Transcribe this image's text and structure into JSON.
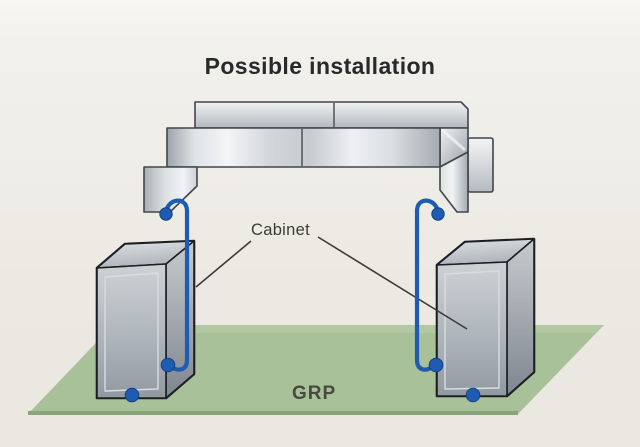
{
  "figure": {
    "title": "Possible installation",
    "labels": {
      "cabinet": "Cabinet",
      "grp": "GRP"
    },
    "colors": {
      "background": "#efede7",
      "floor": "#a9c198",
      "floor_edge": "#8ba379",
      "cable": "#1e5cb2",
      "cable_dark": "#143f85",
      "metal_light": "#f1f3f4",
      "metal_dark": "#9ba2a9",
      "outline": "#2a2c2e",
      "text": "#2b2d2f"
    }
  }
}
